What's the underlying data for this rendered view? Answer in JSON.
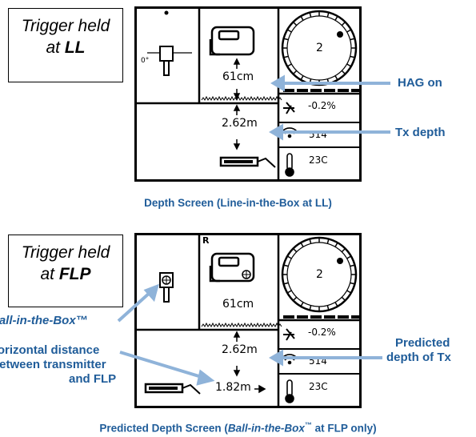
{
  "colors": {
    "callout_blue": "#1f5c99",
    "arrow_blue": "#8fb3d9"
  },
  "screen1": {
    "callout": {
      "prefix": "Trigger held",
      "at": "at ",
      "location": "LL"
    },
    "angle_label": "0°",
    "hag_value": "61cm",
    "depth_value": "2.62m",
    "compass_number": "2",
    "roll_value": "-0.2%",
    "signal_value": "514",
    "temperature": "23C",
    "annotations": {
      "hag": "HAG on",
      "depth": "Tx depth"
    },
    "caption": "Depth Screen (Line-in-the-Box at LL)"
  },
  "screen2": {
    "callout": {
      "prefix": "Trigger held",
      "at": "at ",
      "location": "FLP"
    },
    "corner_letter": "R",
    "hag_value": "61cm",
    "depth_value": "2.62m",
    "horizontal_distance": "1.82m",
    "compass_number": "2",
    "roll_value": "-0.2%",
    "signal_value": "514",
    "temperature": "23C",
    "annotations": {
      "ball_in_box": "Ball-in-the-Box™",
      "horizontal_line1": "Horizontal distance",
      "horizontal_line2": "between transmitter",
      "horizontal_line3": "and FLP",
      "predicted_line1": "Predicted",
      "predicted_line2": "depth of Tx"
    },
    "caption_prefix": "Predicted Depth Screen (",
    "caption_italic": "Ball-in-the-Box",
    "caption_tm": "™",
    "caption_suffix": " at FLP only)"
  }
}
